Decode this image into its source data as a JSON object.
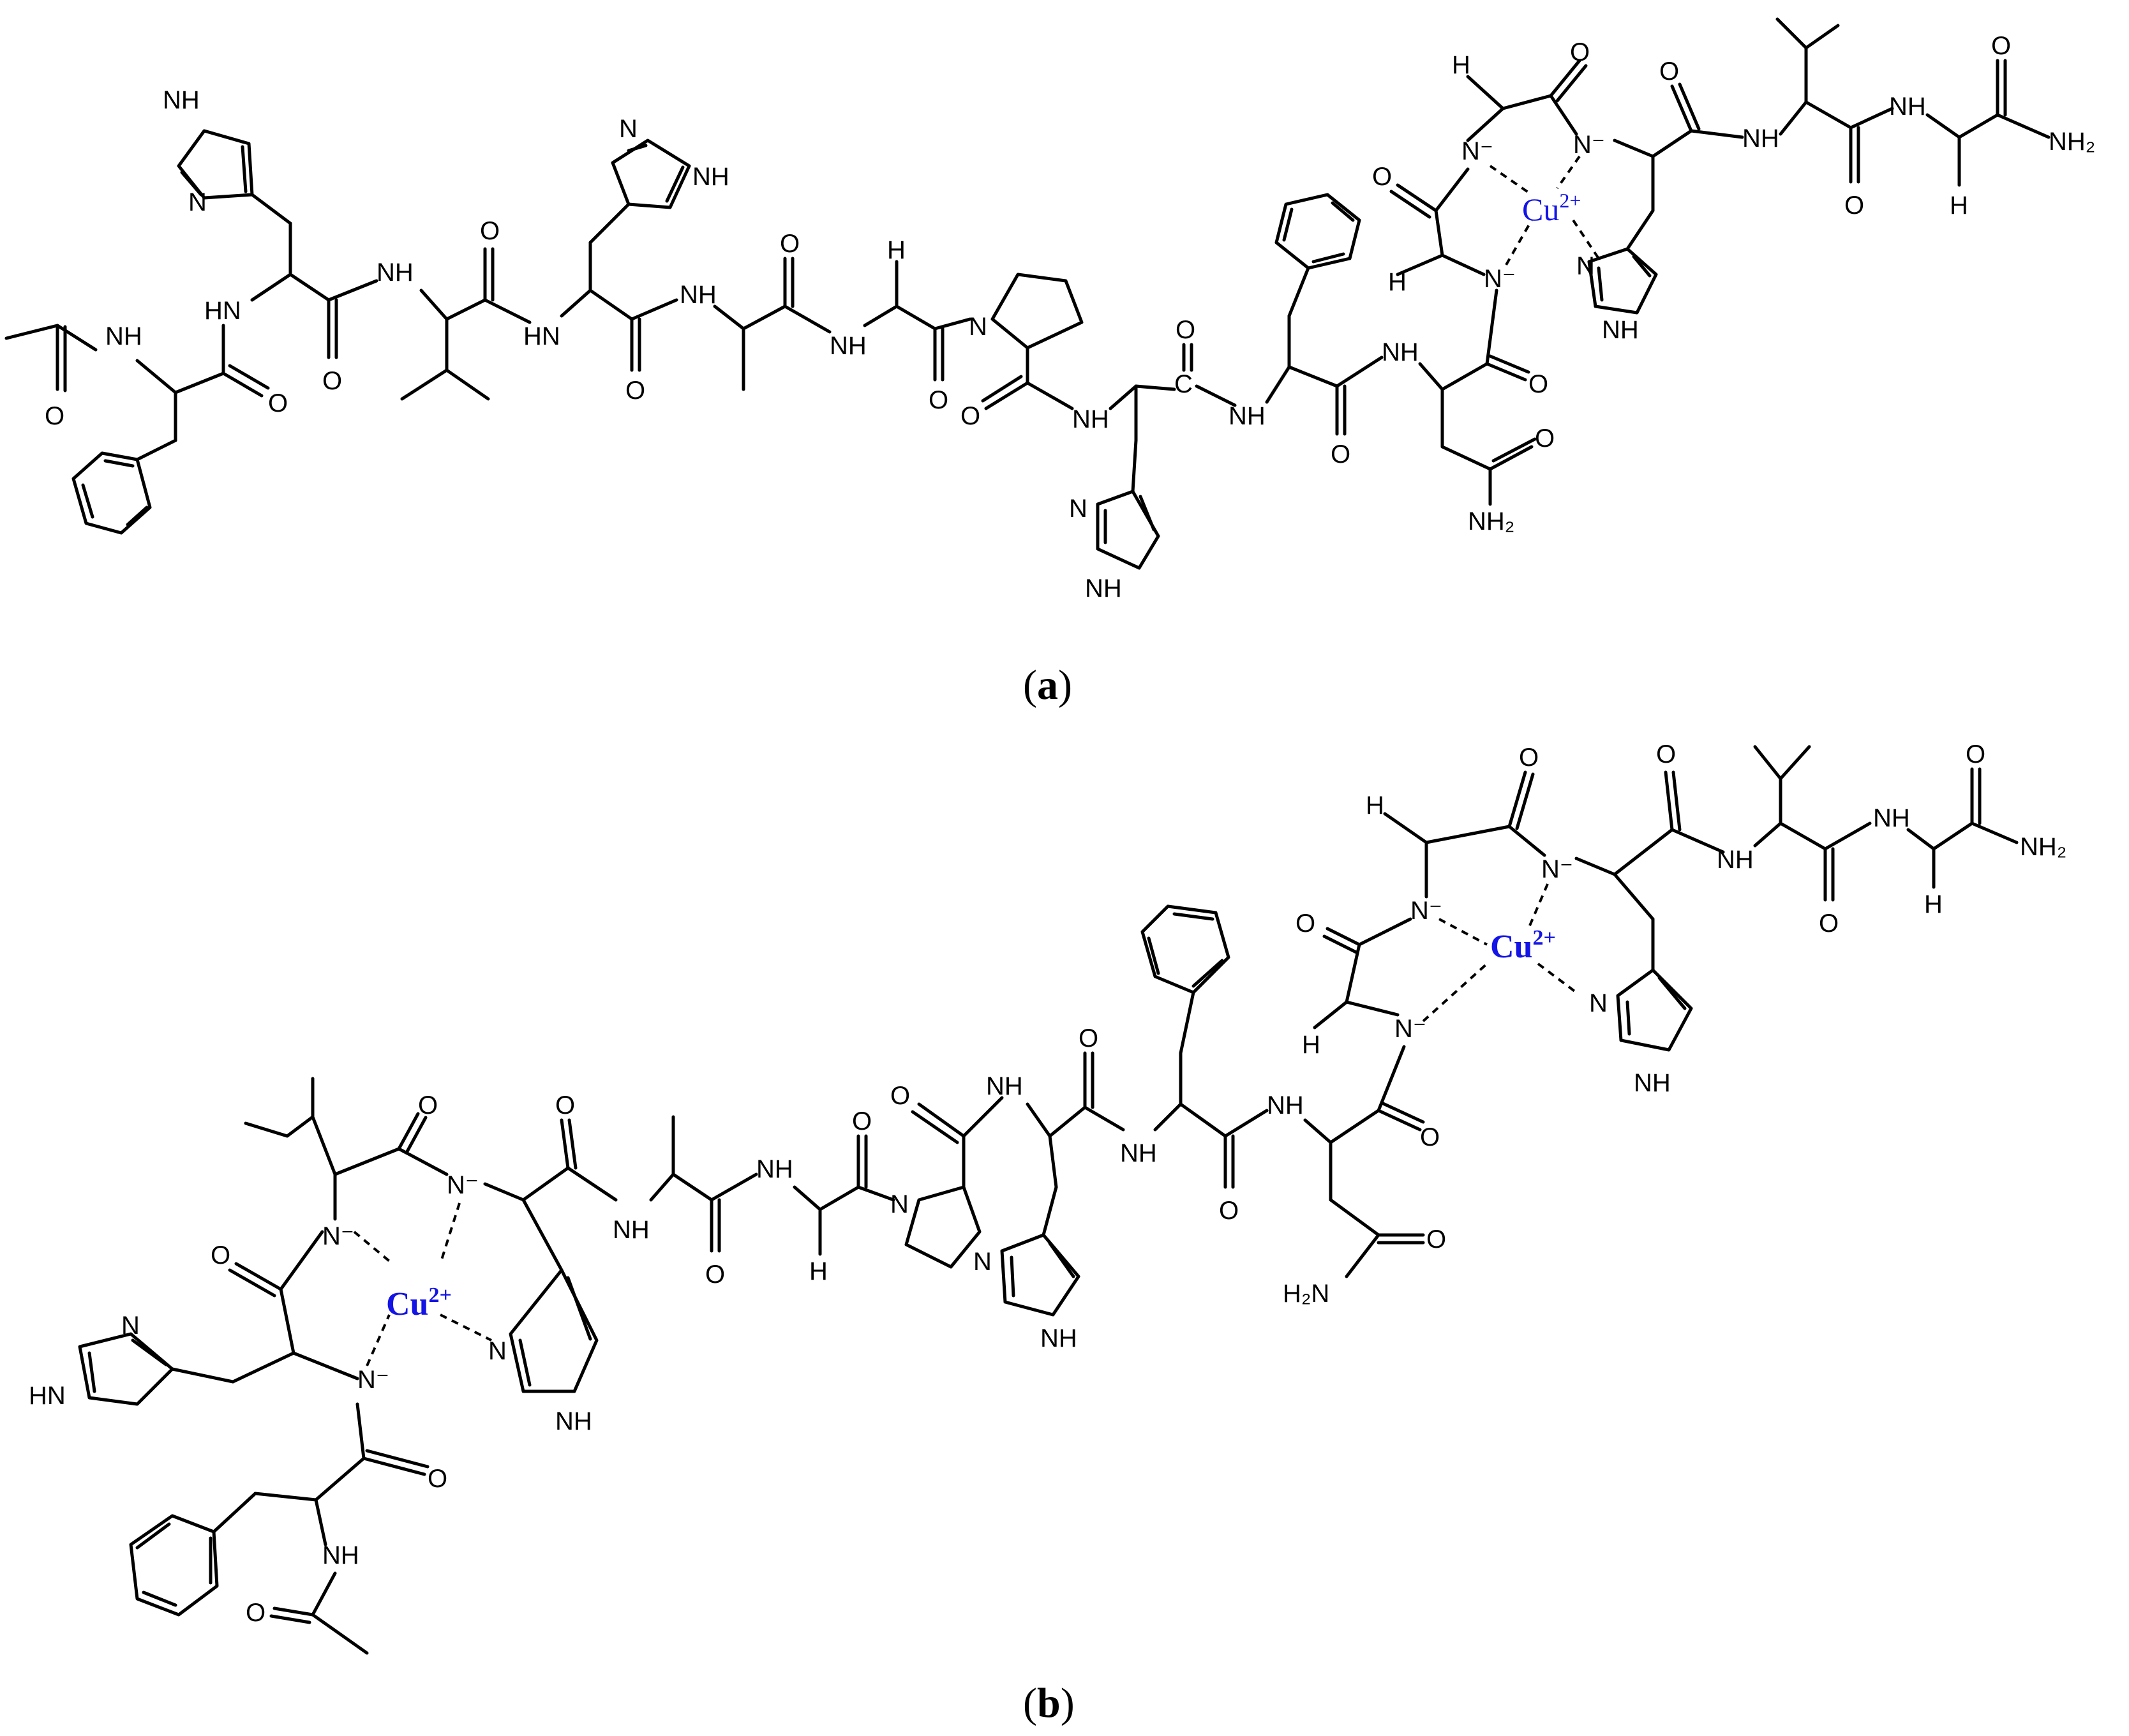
{
  "panels": [
    {
      "label": "(a)",
      "label_letter": "a",
      "metal_ions": [
        {
          "element": "Cu",
          "charge": "2+"
        }
      ]
    },
    {
      "label": "(b)",
      "label_letter": "b",
      "metal_ions": [
        {
          "element": "Cu",
          "charge": "2+"
        },
        {
          "element": "Cu",
          "charge": "2+"
        }
      ]
    }
  ],
  "atom_labels": {
    "nh": "NH",
    "hn": "HN",
    "n": "N",
    "n_minus": "N⁻",
    "o": "O",
    "h": "H",
    "nh2": "NH₂",
    "h2n": "H₂N",
    "c": "C"
  },
  "colors": {
    "bonds": "#000000",
    "metal_ion": "#1414e6",
    "background": "#ffffff"
  }
}
